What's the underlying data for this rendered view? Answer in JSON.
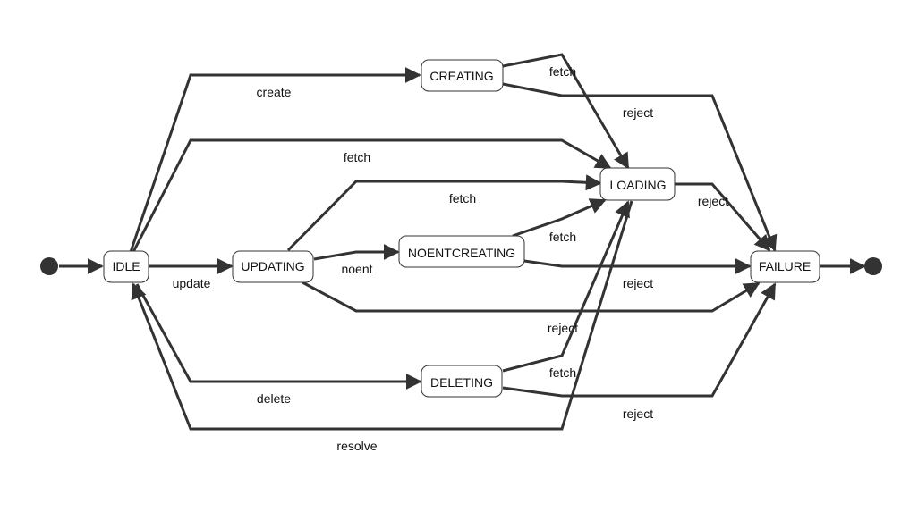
{
  "diagram": {
    "type": "state-diagram",
    "colors": {
      "stroke": "#333333",
      "node_fill": "#ffffff",
      "text": "#111111"
    },
    "states": [
      {
        "id": "IDLE",
        "label": "IDLE"
      },
      {
        "id": "UPDATING",
        "label": "UPDATING"
      },
      {
        "id": "CREATING",
        "label": "CREATING"
      },
      {
        "id": "LOADING",
        "label": "LOADING"
      },
      {
        "id": "NOENTCREATING",
        "label": "NOENTCREATING"
      },
      {
        "id": "DELETING",
        "label": "DELETING"
      },
      {
        "id": "FAILURE",
        "label": "FAILURE"
      }
    ],
    "transitions": [
      {
        "from": "start",
        "to": "IDLE",
        "label": ""
      },
      {
        "from": "IDLE",
        "to": "CREATING",
        "label": "create"
      },
      {
        "from": "IDLE",
        "to": "LOADING",
        "label": "fetch"
      },
      {
        "from": "IDLE",
        "to": "UPDATING",
        "label": "update"
      },
      {
        "from": "IDLE",
        "to": "DELETING",
        "label": "delete"
      },
      {
        "from": "CREATING",
        "to": "LOADING",
        "label": "fetch"
      },
      {
        "from": "CREATING",
        "to": "FAILURE",
        "label": "reject"
      },
      {
        "from": "UPDATING",
        "to": "LOADING",
        "label": "fetch"
      },
      {
        "from": "UPDATING",
        "to": "NOENTCREATING",
        "label": "noent"
      },
      {
        "from": "UPDATING",
        "to": "FAILURE",
        "label": "reject"
      },
      {
        "from": "NOENTCREATING",
        "to": "LOADING",
        "label": "fetch"
      },
      {
        "from": "NOENTCREATING",
        "to": "FAILURE",
        "label": "reject"
      },
      {
        "from": "LOADING",
        "to": "FAILURE",
        "label": "reject"
      },
      {
        "from": "LOADING",
        "to": "IDLE",
        "label": "resolve"
      },
      {
        "from": "DELETING",
        "to": "LOADING",
        "label": "fetch"
      },
      {
        "from": "DELETING",
        "to": "FAILURE",
        "label": "reject"
      },
      {
        "from": "FAILURE",
        "to": "end",
        "label": ""
      }
    ]
  }
}
